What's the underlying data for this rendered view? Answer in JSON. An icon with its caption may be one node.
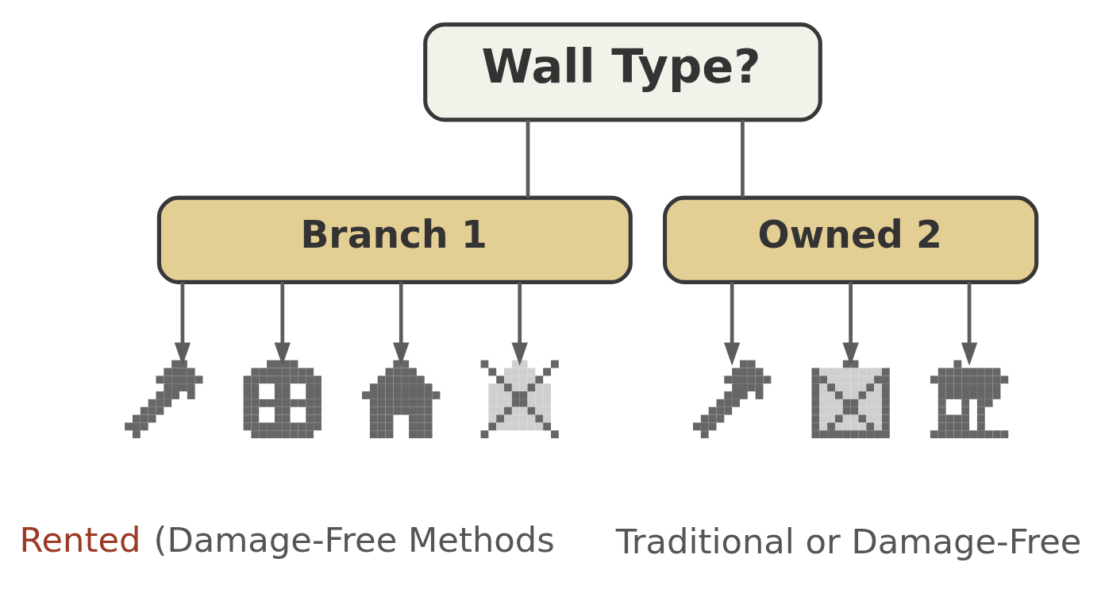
{
  "diagram": {
    "nodes": [
      {
        "text": [
          "Wall Type?"
        ]
      },
      {
        "text": [
          "Branch 1"
        ]
      },
      {
        "text": [
          "Owned 2"
        ]
      },
      {
        "text": [],
        "shape": "picture"
      },
      {
        "text": [],
        "shape": "picture"
      },
      {
        "text": [],
        "shape": "picture"
      },
      {
        "text": [],
        "shape": "picture"
      },
      {
        "text": [],
        "shape": "picture"
      },
      {
        "text": [],
        "shape": "picture"
      },
      {
        "text": [],
        "shape": "picture"
      }
    ],
    "edges": [
      {
        "from": 0,
        "to": 1,
        "arrow": "none"
      },
      {
        "from": 0,
        "to": 2,
        "arrow": "none"
      },
      {
        "from": 1,
        "to": 3,
        "arrow": "to"
      },
      {
        "from": 1,
        "to": 4,
        "arrow": "to"
      },
      {
        "from": 1,
        "to": 5,
        "arrow": "to"
      },
      {
        "from": 1,
        "to": 6,
        "arrow": "to"
      },
      {
        "from": 2,
        "to": 7,
        "arrow": "to"
      },
      {
        "from": 2,
        "to": 8,
        "arrow": "to"
      },
      {
        "from": 2,
        "to": 9,
        "arrow": "to"
      }
    ],
    "labels": [
      "Rented",
      "(Damage-Free Methods",
      "Traditional or Damage-Free"
    ]
  }
}
